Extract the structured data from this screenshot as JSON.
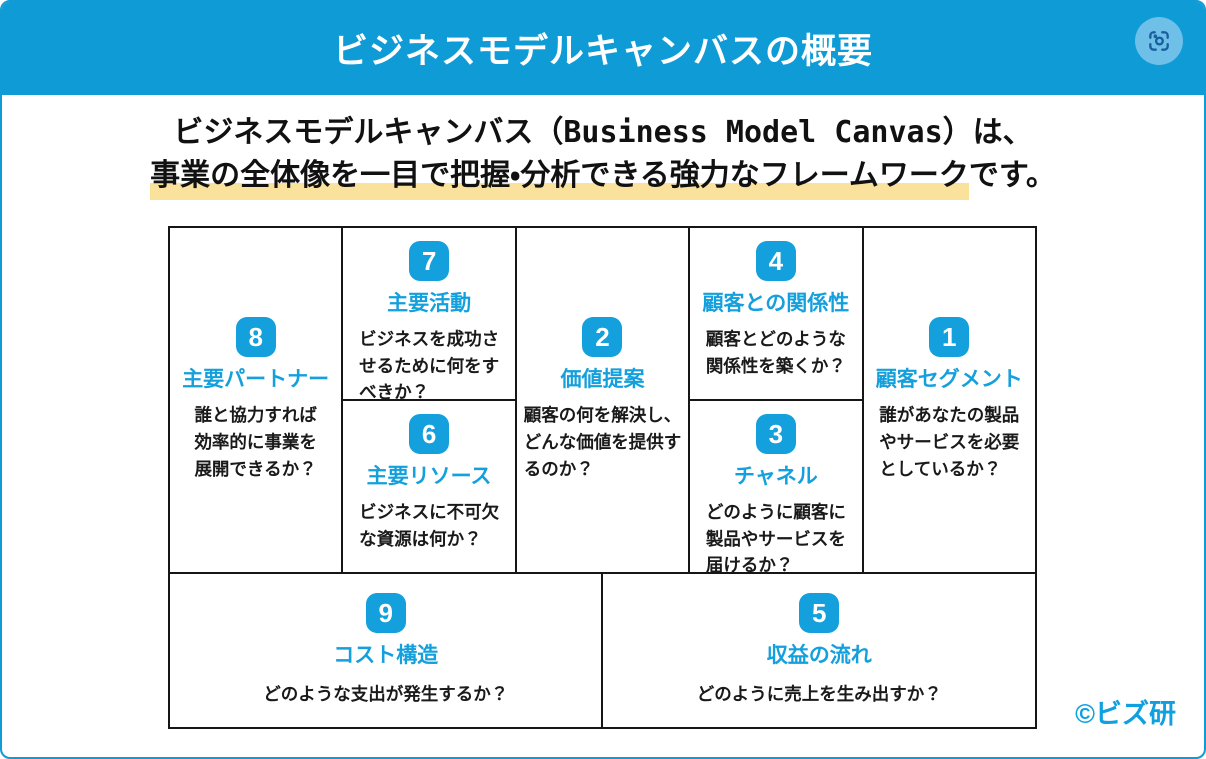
{
  "header": {
    "title": "ビジネスモデルキャンバスの概要"
  },
  "intro": {
    "line1_pre": "ビジネスモデルキャンバス（",
    "line1_code": "Business Model Canvas",
    "line1_post": "）は、",
    "line2_highlight": "事業の全体像を一目で把握・分析できる強力なフレームワーク",
    "line2_post": "です。"
  },
  "canvas": {
    "blocks": [
      {
        "id": "key-partners",
        "number": "8",
        "title": "主要パートナー",
        "description": "誰と協力すれば\n効率的に事業を\n展開できるか？"
      },
      {
        "id": "key-activities",
        "number": "7",
        "title": "主要活動",
        "description": "ビジネスを成功さ\nせるために何をす\nべきか？"
      },
      {
        "id": "key-resources",
        "number": "6",
        "title": "主要リソース",
        "description": "ビジネスに不可欠\nな資源は何か？"
      },
      {
        "id": "value-proposition",
        "number": "2",
        "title": "価値提案",
        "description": "顧客の何を解決し、\nどんな価値を提供す\nるのか？"
      },
      {
        "id": "customer-relationships",
        "number": "4",
        "title": "顧客との関係性",
        "description": "顧客とどのような\n関係性を築くか？"
      },
      {
        "id": "channels",
        "number": "3",
        "title": "チャネル",
        "description": "どのように顧客に\n製品やサービスを\n届けるか？"
      },
      {
        "id": "customer-segments",
        "number": "1",
        "title": "顧客セグメント",
        "description": "誰があなたの製品\nやサービスを必要\nとしているか？"
      },
      {
        "id": "cost-structure",
        "number": "9",
        "title": "コスト構造",
        "description": "どのような支出が発生するか？"
      },
      {
        "id": "revenue-streams",
        "number": "5",
        "title": "収益の流れ",
        "description": "どのように売上を生み出すか？"
      }
    ]
  },
  "footer": {
    "copyright": "©ビズ研"
  },
  "colors": {
    "header_blue": "#0e9bd6",
    "accent_blue": "#14a0dc",
    "highlight_yellow": "#fae29c",
    "icon_circle_blue": "#6ec0e9",
    "icon_glyph_blue": "#1a5e9e",
    "copyright_blue": "#0fa0e0",
    "grid_line_black": "#161616"
  }
}
